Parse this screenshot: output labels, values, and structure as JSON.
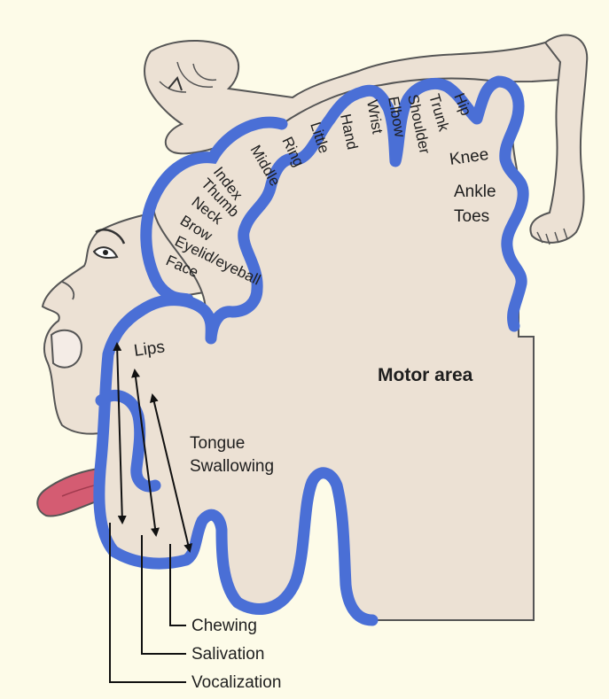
{
  "diagram": {
    "colors": {
      "background": "#fdfbe8",
      "cortex": "#ece1d4",
      "gyrus_border": "#4a6fd6",
      "homunculus_fill": "#ece1d4",
      "outline": "#555555",
      "tongue": "#d45c72",
      "text": "#1e1e1e"
    },
    "area_title": "Motor area",
    "cortex_labels": [
      "Hip",
      "Trunk",
      "Shoulder",
      "Elbow",
      "Wrist",
      "Hand",
      "Little",
      "Ring",
      "Middle",
      "Index",
      "Thumb",
      "Neck",
      "Brow",
      "Eyelid/eyeball",
      "Face",
      "Knee",
      "Ankle",
      "Toes",
      "Lips",
      "Tongue",
      "Swallowing"
    ],
    "callouts": [
      "Chewing",
      "Salivation",
      "Vocalization"
    ]
  }
}
